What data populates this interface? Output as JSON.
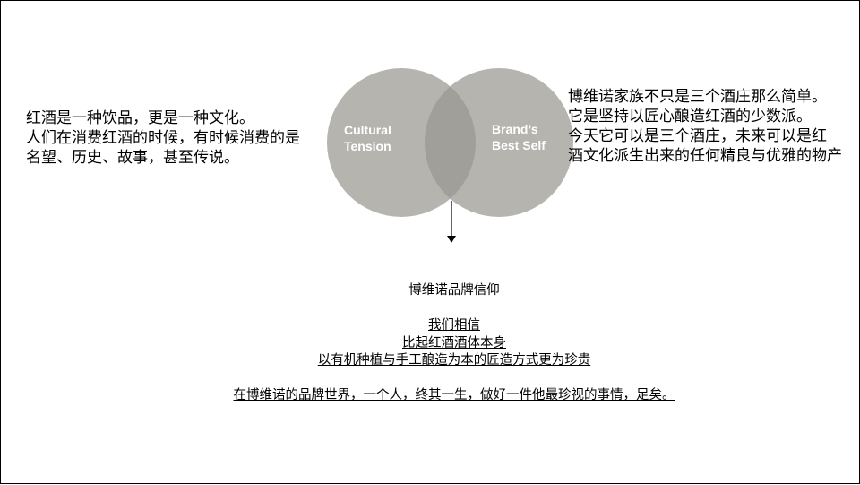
{
  "left_text": {
    "lines": [
      "红酒是一种饮品，更是一种文化。",
      "人们在消费红酒的时候，有时候消费的是",
      "名望、历史、故事，甚至传说。"
    ]
  },
  "right_text": {
    "lines": [
      "博维诺家族不只是三个酒庄那么简单。",
      "它是坚持以匠心酿造红酒的少数派。",
      "今天它可以是三个酒庄，未来可以是红",
      "酒文化派生出来的任何精良与优雅的物产"
    ]
  },
  "venn": {
    "left_label": [
      "Cultural",
      "Tension"
    ],
    "right_label": [
      "Brand’s",
      "Best Self"
    ],
    "circle_color": "#b5b4af",
    "overlap_color": "#a09f99"
  },
  "belief": {
    "title": "博维诺品牌信仰",
    "lines": [
      "我们相信",
      "比起红酒酒体本身",
      "以有机种植与手工酿造为本的匠造方式更为珍贵"
    ],
    "closing": "在博维诺的品牌世界，一个人，终其一生，做好一件他最珍视的事情，足矣。"
  }
}
